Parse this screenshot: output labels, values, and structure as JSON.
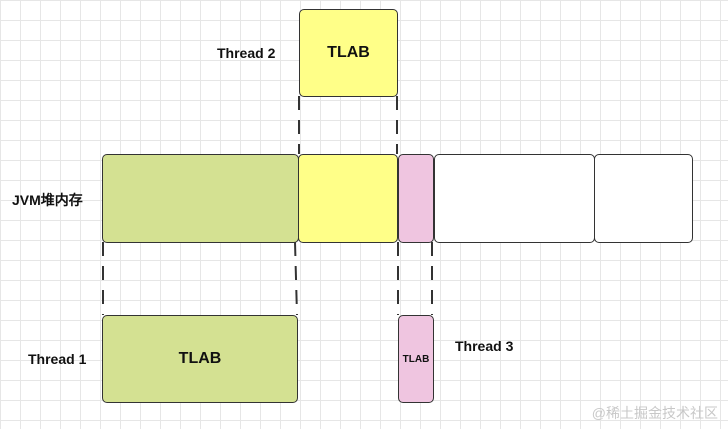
{
  "labels": {
    "thread1": "Thread 1",
    "thread2": "Thread 2",
    "thread3": "Thread 3",
    "heap": "JVM堆内存"
  },
  "tlab": {
    "thread1": "TLAB",
    "thread2": "TLAB",
    "thread3": "TLAB"
  },
  "colors": {
    "green": "#d4e192",
    "yellow": "#ffff88",
    "pink": "#efc5e0",
    "white": "#ffffff"
  },
  "watermark": "@稀土掘金技术社区"
}
